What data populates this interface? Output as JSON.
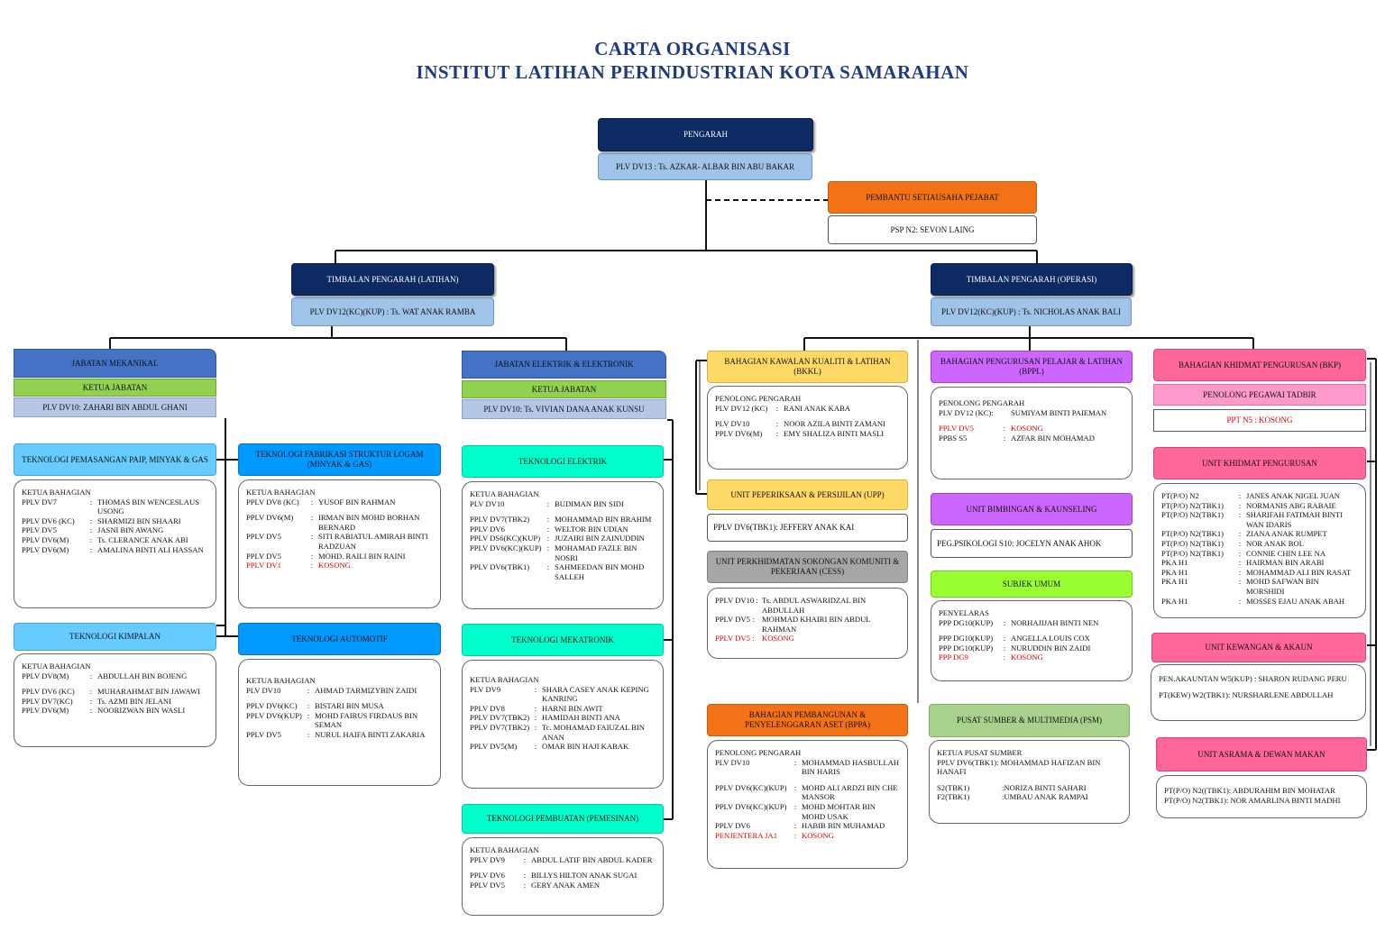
{
  "title": {
    "line1": "CARTA ORGANISASI",
    "line2": "INSTITUT LATIHAN PERINDUSTRIAN KOTA SAMARAHAN"
  },
  "pengarah": {
    "title": "PENGARAH",
    "holder": "PLV DV13 : Ts. AZKAR- ALBAR BIN ABU BAKAR"
  },
  "pembantu": {
    "title": "PEMBANTU SETIAUSAHA PEJABAT",
    "holder": "PSP N2: SEVON LAING"
  },
  "timbalan_latihan": {
    "title": "TIMBALAN PENGARAH (LATIHAN)",
    "holder": "PLV DV12(KC)(KUP) : Ts. WAT ANAK RAMBA"
  },
  "timbalan_operasi": {
    "title": "TIMBALAN PENGARAH (OPERASI)",
    "holder": "PLV DV12(KC)(KUP) : Ts. NICHOLAS ANAK BALI"
  },
  "jab_mekanikal": {
    "title": "JABATAN MEKANIKAL",
    "ketua": "KETUA JABATAN",
    "holder": "PLV DV10: ZAHARI BIN ABDUL GHANI"
  },
  "jab_elektrik": {
    "title": "JABATAN ELEKTRIK & ELEKTRONIK",
    "ketua": "KETUA JABATAN",
    "holder": "PLV DV10: Ts. VIVIAN DANA ANAK KUNSU"
  },
  "paip": {
    "title": "TEKNOLOGI PEMASANGAN PAIP, MINYAK & GAS",
    "heading": "KETUA BAHAGIAN",
    "rows": [
      {
        "k": "PPLV DV7",
        "v": "THOMAS BIN WENCESLAUS USONG"
      },
      {
        "k": "PPLV DV6 (KC)",
        "v": "SHARMIZI BIN SHAARI"
      },
      {
        "k": "PPLV DV5",
        "v": "JASNI BIN AWANG"
      },
      {
        "k": "PPLV DV6(M)",
        "v": "Ts. CLERANCE ANAK ABI"
      },
      {
        "k": "PPLV DV6(M)",
        "v": "AMALINA BINTI ALI HASSAN"
      }
    ]
  },
  "kimpalan": {
    "title": "TEKNOLOGI KIMPALAN",
    "heading": "KETUA BAHAGIAN",
    "rows": [
      {
        "k": "PPLV DV8(M)",
        "v": "ABDULLAH BIN BOJENG"
      },
      {
        "k": "PPLV DV6 (KC)",
        "v": "MUHARAHMAT BIN JAWAWI"
      },
      {
        "k": "PPLV DV7(KC)",
        "v": "Ts. AZMI BIN JELANI"
      },
      {
        "k": "PPLV DV6(M)",
        "v": "NOORIZWAN BIN WASLI"
      }
    ]
  },
  "fabrikasi": {
    "title": "TEKNOLOGI FABRIKASI STRUKTUR LOGAM (MINYAK & GAS)",
    "heading": "KETUA BAHAGIAN",
    "rows": [
      {
        "k": "PPLV DV8 (KC)",
        "v": "YUSOF BIN RAHMAN"
      },
      {
        "k": "PPLV DV6(M)",
        "v": "IRMAN BIN MOHD BORHAN BERNARD"
      },
      {
        "k": "PPLV DV5",
        "v": "SITI RABIATUL AMIRAH BINTI RADZUAN"
      },
      {
        "k": "PPLV DV5",
        "v": "MOHD. RAILI BIN RAINI"
      },
      {
        "k": "PPLV DV1",
        "v": "KOSONG"
      }
    ]
  },
  "automotif": {
    "title": "TEKNOLOGI AUTOMOTIF",
    "heading": "KETUA BAHAGIAN",
    "rows": [
      {
        "k": "PLV DV10",
        "v": "AHMAD TARMIZYBIN ZAIDI"
      },
      {
        "k": "PPLV DV6(KC)",
        "v": "BISTARI BIN MUSA"
      },
      {
        "k": "PPLV DV6(KUP)",
        "v": "MOHD FAIRUS FIRDAUS BIN SEMAN"
      },
      {
        "k": "PPLV DV5",
        "v": "NURUL HAIFA BINTI ZAKARIA"
      }
    ]
  },
  "elektrik": {
    "title": "TEKNOLOGI ELEKTRIK",
    "heading": "KETUA BAHAGIAN",
    "rows": [
      {
        "k": "PLV DV10",
        "v": "BUDIMAN BIN SIDI"
      },
      {
        "k": "PPLV DV7(TBK2)",
        "v": "MOHAMMAD BIN BRAHIM"
      },
      {
        "k": "PPLV DV6",
        "v": "WELTOR BIN UDIAN"
      },
      {
        "k": "PPLV DS6(KC)(KUP)",
        "v": "JUZAIRI BIN ZAINUDDIN"
      },
      {
        "k": "PPLV DV6(KC)(KUP)",
        "v": "MOHAMAD FAZLE BIN NOSRI"
      },
      {
        "k": "PPLV DV6(TBK1)",
        "v": "SAHMEEDAN BIN MOHD SALLEH"
      }
    ]
  },
  "mekatronik": {
    "title": "TEKNOLOGI MEKATRONIK",
    "heading": "KETUA BAHAGIAN",
    "rows": [
      {
        "k": "PLV DV9",
        "v": "SHARA CASEY ANAK KEPING KANRING"
      },
      {
        "k": "PPLV DV8",
        "v": "HARNI BIN AWIT"
      },
      {
        "k": "PPLV DV7(TBK2)",
        "v": "HAMIDAH BINTI ANA"
      },
      {
        "k": "PPLV DV7(TBK2)",
        "v": "Tc. MOHAMAD FAIUZAL BIN ANAN"
      },
      {
        "k": "PPLV DV5(M)",
        "v": "OMAR BIN HAJI KABAK"
      }
    ]
  },
  "pembuatan": {
    "title": "TEKNOLOGI PEMBUATAN (PEMESINAN)",
    "heading": "KETUA BAHAGIAN",
    "rows": [
      {
        "k": "PPLV DV9",
        "v": "ABDUL LATIF BIN ABDUL KADER"
      },
      {
        "k": "PPLV DV6",
        "v": "BILLYS HILTON ANAK SUGAI"
      },
      {
        "k": "PPLV DV5",
        "v": "GERY ANAK AMEN"
      }
    ]
  },
  "bkkl": {
    "title": "BAHAGIAN KAWALAN KUALITI & LATIHAN (BKKL)",
    "heading": "PENOLONG PENGARAH",
    "rows": [
      {
        "k": "PLV DV12 (KC)",
        "v": "RANI ANAK KABA"
      },
      {
        "k": "PLV DV10",
        "v": "NOOR AZILA BINTI ZAMANI"
      },
      {
        "k": "PPLV DV6(M)",
        "v": "EMY SHALIZA BINTI MASLI"
      }
    ]
  },
  "upp": {
    "title": "UNIT PEPERIKSAAN & PERSIJILAN (UPP)",
    "holder": "PPLV DV6(TBK1): JEFFERY ANAK KAI"
  },
  "cess": {
    "title": "UNIT PERKHIDMATAN SOKONGAN KOMUNITI & PEKERJAAN (CESS)",
    "rows": [
      {
        "k": "PPLV DV10 :",
        "v": "Ts. ABDUL ASWARIDZAL BIN ABDULLAH"
      },
      {
        "k": "PPLV DV5 :",
        "v": "MOHMAD KHAIRI BIN ABDUL RAHMAN"
      },
      {
        "k": "PPLV DV5 :",
        "v": "KOSONG"
      }
    ]
  },
  "bppa": {
    "title": "BAHAGIAN PEMBANGUNAN & PENYELENGGARAN ASET (BPPA)",
    "heading": "PENOLONG PENGARAH",
    "rows": [
      {
        "k": "PLV DV10",
        "v": "MOHAMMAD HASBULLAH BIN HARIS"
      },
      {
        "k": "PPLV DV6(KC)(KUP)",
        "v": "MOHD ALI ARDZI BIN CHE MANSOR"
      },
      {
        "k": "PPLV DV6(KC)(KUP)",
        "v": "MOHD MOHTAR BIN MOHD USAK"
      },
      {
        "k": "PPLV DV6",
        "v": "HABIB BIN MUHAMAD"
      },
      {
        "k": "PENJENTERA JA1",
        "v": "KOSONG"
      }
    ]
  },
  "bppl": {
    "title": "BAHAGIAN PENGURUSAN PELAJAR & LATIHAN (BPPL)",
    "heading": "PENOLONG PENGARAH",
    "rows": [
      {
        "k": "PLV DV12 (KC):",
        "v": "SUMIYAM BINTI PAIEMAN"
      },
      {
        "k": "PPLV DV5",
        "v": "KOSONG"
      },
      {
        "k": "PPBS S5",
        "v": "AZFAR BIN MOHAMAD"
      }
    ]
  },
  "bimbingan": {
    "title": "UNIT BIMBINGAN & KAUNSELING",
    "holder": "PEG.PSIKOLOGI S10: JOCELYN ANAK AHOK"
  },
  "subjek": {
    "title": "SUBJEK UMUM",
    "heading": "PENYELARAS",
    "rows": [
      {
        "k": "PPP DG10(KUP)",
        "v": "NORHAJIJAH BINTI NEN"
      },
      {
        "k": "PPP DG10(KUP)",
        "v": "ANGELLA LOUIS COX"
      },
      {
        "k": "PPP DG10(KUP)",
        "v": "NURUDDIN BIN ZAIDI"
      },
      {
        "k": "PPP DG9",
        "v": "KOSONG"
      }
    ]
  },
  "psm": {
    "title": "PUSAT SUMBER & MULTIMEDIA (PSM)",
    "heading": "KETUA PUSAT SUMBER",
    "lead": "PPLV DV6(TBK1): MOHAMMAD HAFIZAN BIN HANAFI",
    "rows": [
      {
        "k": "S2(TBK1)",
        "v": ":NORIZA BINTI SAHARI"
      },
      {
        "k": "F2(TBK1)",
        "v": ":UMBAU ANAK RAMPAI"
      }
    ]
  },
  "bkp": {
    "title": "BAHAGIAN KHIDMAT PENGURUSAN (BKP)",
    "sub": "PENOLONG PEGAWAI TADBIR",
    "holder": "PPT N5 : KOSONG"
  },
  "ukp": {
    "title": "UNIT KHIDMAT PENGURUSAN",
    "rows": [
      {
        "k": "PT(P/O) N2",
        "v": "JANES ANAK NIGEL JUAN"
      },
      {
        "k": "PT(P/O) N2(TBK1)",
        "v": "NORMANIS ABG RABAIE"
      },
      {
        "k": "PT(P/O) N2(TBK1)",
        "v": "SHARIFAH FATIMAH BINTI WAN IDARIS"
      },
      {
        "k": "PT(P/O) N2(TBK1)",
        "v": "ZIANA ANAK RUMPET"
      },
      {
        "k": "PT(P/O) N2(TBK1)",
        "v": "NOR ANAK BOL"
      },
      {
        "k": "PT(P/O) N2(TBK1)",
        "v": "CONNIE CHIN LEE NA"
      },
      {
        "k": "PKA H1",
        "v": "HAIRMAN BIN ARABI"
      },
      {
        "k": "PKA H1",
        "v": "MOHAMMAD ALI BIN RASAT"
      },
      {
        "k": "PKA H1",
        "v": "MOHD SAFWAN BIN MORSHIDI"
      },
      {
        "k": "PKA H1",
        "v": "MOSSES EJAU ANAK ABAH"
      }
    ]
  },
  "kewangan": {
    "title": "UNIT KEWANGAN & AKAUN",
    "line1": "PEN.AKAUNTAN W5(KUP) : SHARON RUDANG PERU",
    "line2": "PT(KEW) W2(TBK1): NURSHARLENE ABDULLAH"
  },
  "asrama": {
    "title": "UNIT ASRAMA & DEWAN MAKAN",
    "line1": "PT(P/O) N2((TBK1): ABDURAHIM BIN MOHATAR",
    "line2": "PT(P/O) N2(TBK1): NOR AMARLINA BINTI MADHI"
  }
}
